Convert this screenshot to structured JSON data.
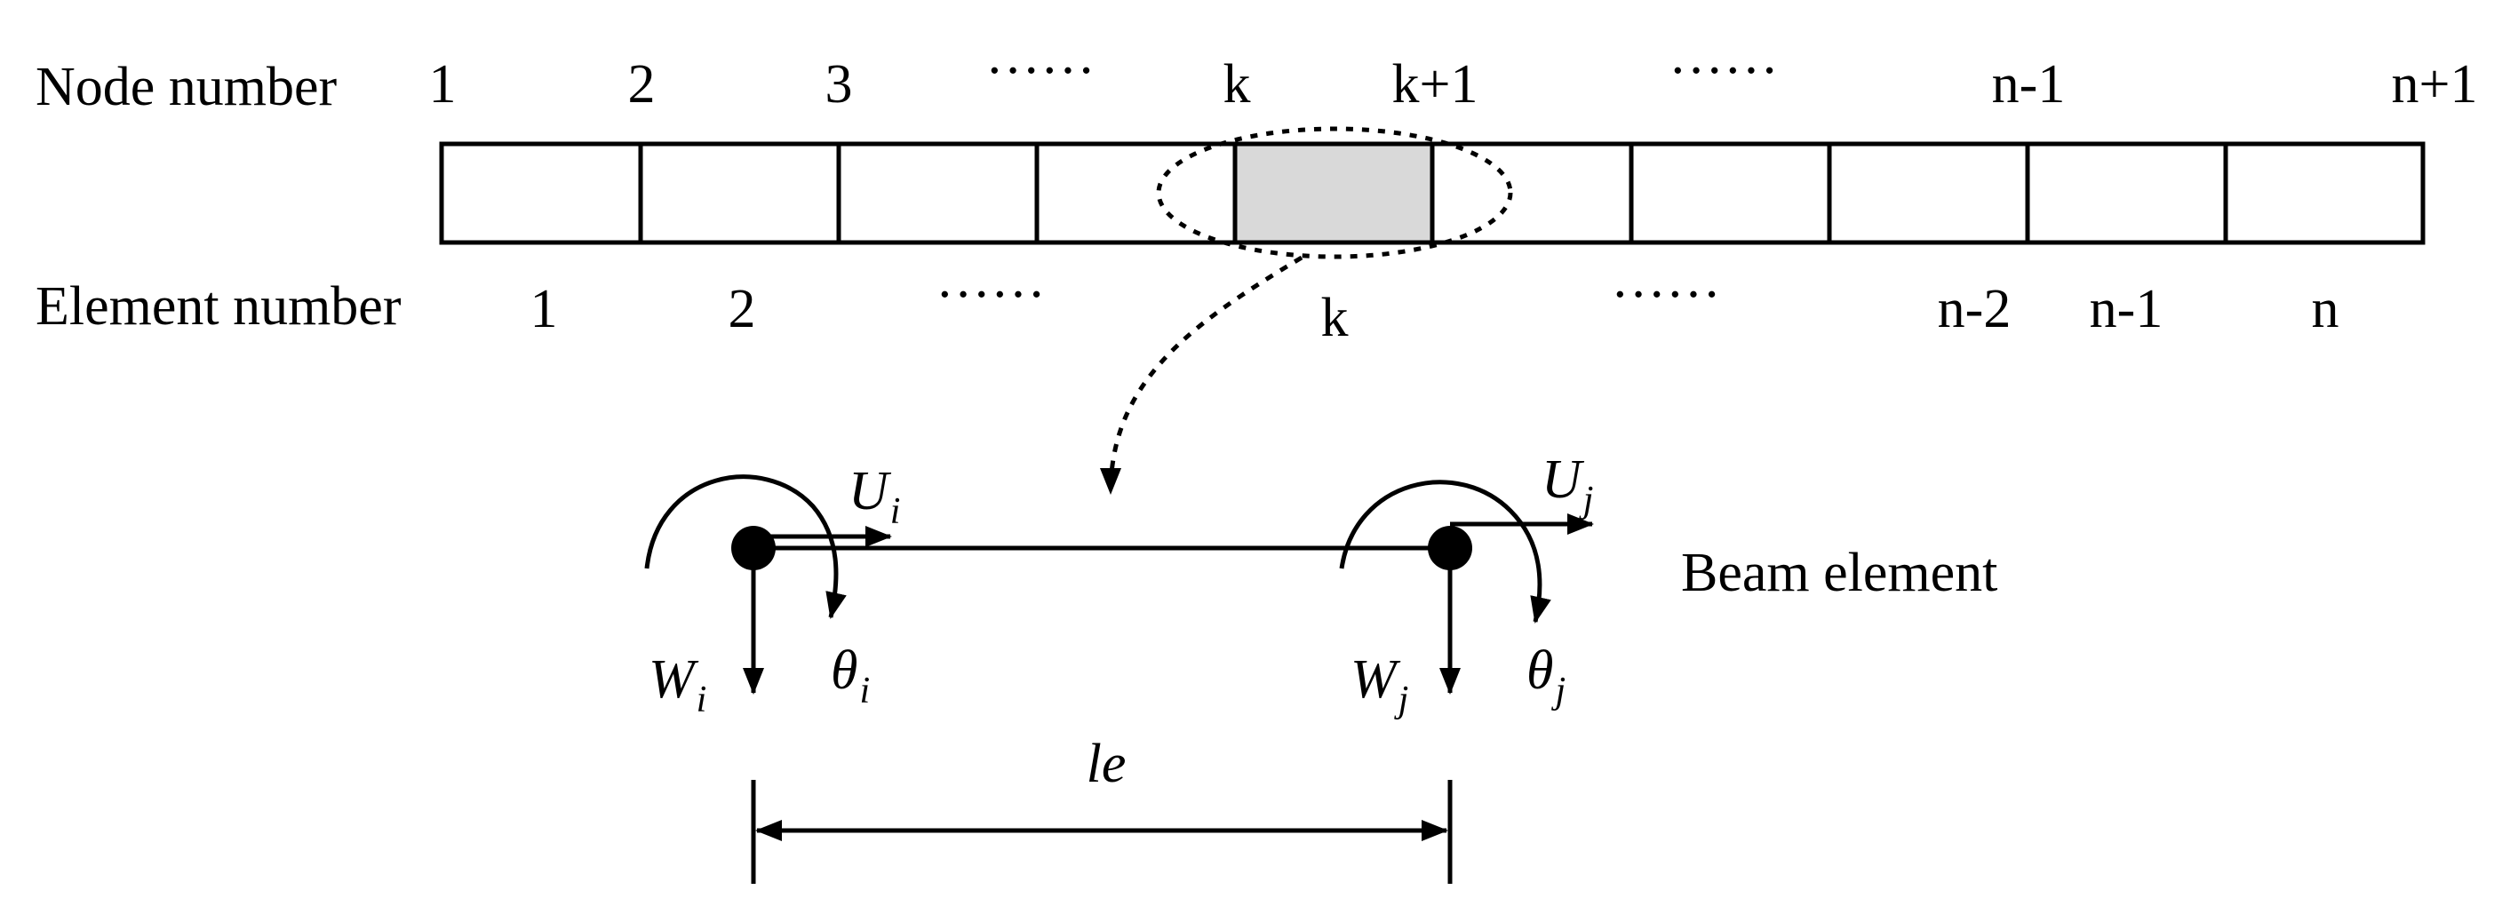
{
  "labels": {
    "node_number": "Node number",
    "element_number": "Element number",
    "beam_element": "Beam element",
    "le": "le"
  },
  "node_labels": [
    "1",
    "2",
    "3",
    "······",
    "k",
    "k+1",
    "······",
    "n-1",
    "n+1"
  ],
  "element_labels": [
    "1",
    "2",
    "······",
    "k",
    "······",
    "n-2",
    "n-1",
    "n"
  ],
  "dof": {
    "U_i": {
      "base": "U",
      "sub": "i"
    },
    "U_j": {
      "base": "U",
      "sub": "j"
    },
    "W_i": {
      "base": "W",
      "sub": "i"
    },
    "W_j": {
      "base": "W",
      "sub": "j"
    },
    "theta_i": {
      "base": "θ",
      "sub": "i"
    },
    "theta_j": {
      "base": "θ",
      "sub": "j"
    }
  },
  "colors": {
    "highlight": "#d9d9d9",
    "stroke": "#000000"
  }
}
